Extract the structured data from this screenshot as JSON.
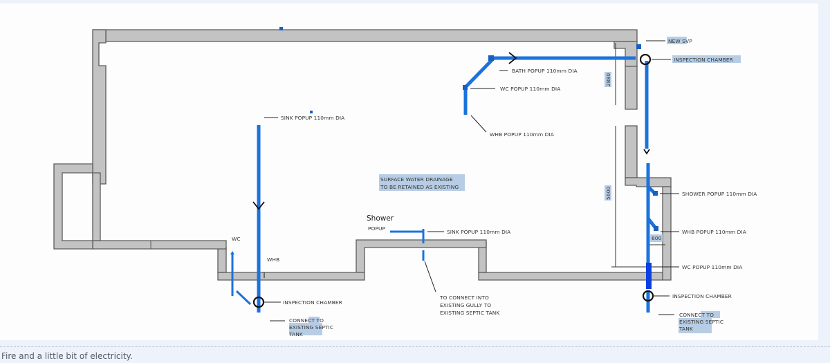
{
  "caption": "Fire and a little bit of electricity.",
  "diagram": {
    "title": "Drainage floor plan",
    "labels": {
      "new_svp": "NEW SVP",
      "inspection_chamber_top": "INSPECTION CHAMBER",
      "bath_popup": "BATH POPUP 110mm DIA",
      "wc_popup_upper": "WC POPUP 110mm DIA",
      "whb_popup_upper": "WHB POPUP 110mm DIA",
      "sink_popup_left": "SINK POPUP 110mm DIA",
      "surface_water_line1": "SURFACE WATER DRAINAGE",
      "surface_water_line2": "TO BE RETAINED AS EXISTING",
      "shower": "Shower",
      "popup": "POPUP",
      "sink_popup_center": "SINK POPUP 110mm DIA",
      "gully_line1": "TO CONNECT INTO",
      "gully_line2": "EXISTING GULLY TO",
      "gully_line3": "EXISTING SEPTIC TANK",
      "shower_popup_right": "SHOWER POPUP 110mm DIA",
      "whb_popup_right": "WHB POPUP 110mm DIA",
      "wc_popup_right": "WC POPUP 110mm DIA",
      "inspection_chamber_left": "INSPECTION CHAMBER",
      "inspection_chamber_right": "INSPECTION CHAMBER",
      "connect_left_line1": "CONNECT TO",
      "connect_left_line2": "EXISTING SEPTIC",
      "connect_left_line3": "TANK",
      "connect_right_line1": "CONNECT TO",
      "connect_right_line2": "EXISTING SEPTIC",
      "connect_right_line3": "TANK",
      "wc_small": "WC",
      "whb_small": "WHB"
    },
    "dimensions": {
      "upper_vertical": "2880",
      "lower_vertical": "5600",
      "horizontal": "600"
    },
    "colors": {
      "pipe": "#1a73dd",
      "wall": "#c3c3c3",
      "highlight": "#b7cde5"
    }
  }
}
